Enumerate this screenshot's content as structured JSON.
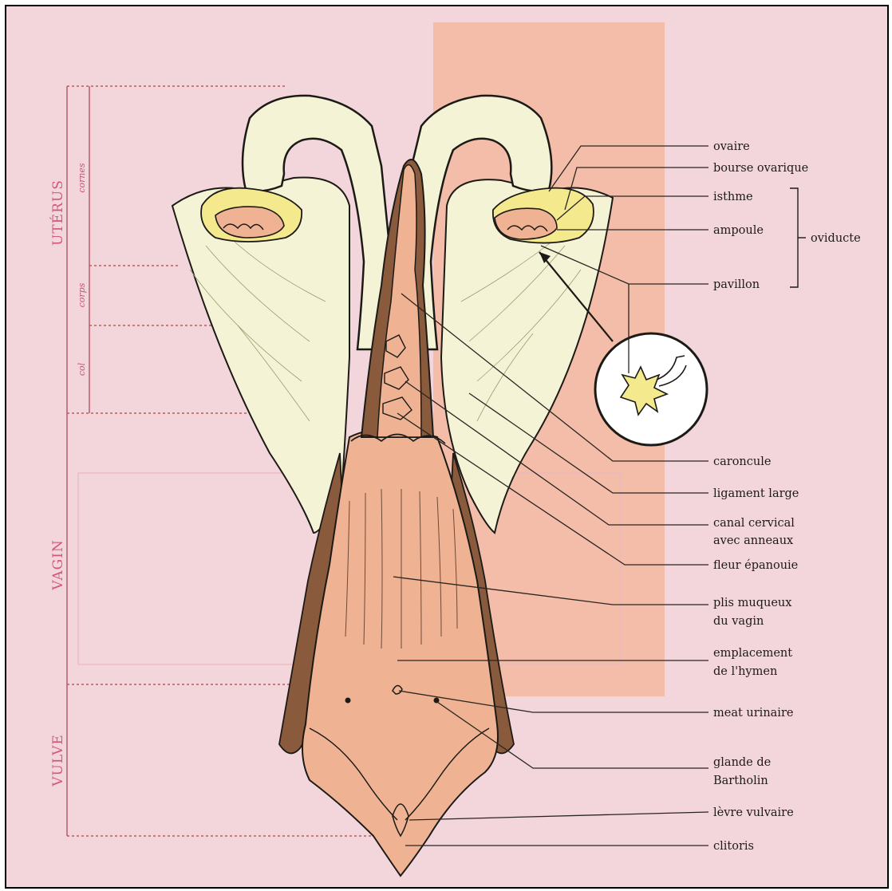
{
  "regions": {
    "uterus": "UTÉRUS",
    "cornes": "cornes",
    "corps": "corps",
    "col": "col",
    "vagin": "VAGIN",
    "vulve": "VULVE"
  },
  "labels": {
    "ovaire": "ovaire",
    "bourse_ovarique": "bourse ovarique",
    "isthme": "isthme",
    "ampoule": "ampoule",
    "oviducte": "oviducte",
    "pavillon": "pavillon",
    "caroncule": "caroncule",
    "ligament_large": "ligament large",
    "canal_cervical_1": "canal cervical",
    "canal_cervical_2": "avec anneaux",
    "fleur_epanouie": "fleur épanouie",
    "plis_1": "plis muqueux",
    "plis_2": "du vagin",
    "hymen_1": "emplacement",
    "hymen_2": "de l'hymen",
    "meat": "meat urinaire",
    "glande_1": "glande de",
    "glande_2": "Bartholin",
    "levre": "lèvre vulvaire",
    "clitoris": "clitoris"
  },
  "colors": {
    "background": "#f3d6dc",
    "ligament": "#f4f3d6",
    "mucosa": "#efb394",
    "wall": "#8a5a3c",
    "band": "#f2b9a0",
    "region_text": "#d0577a"
  }
}
